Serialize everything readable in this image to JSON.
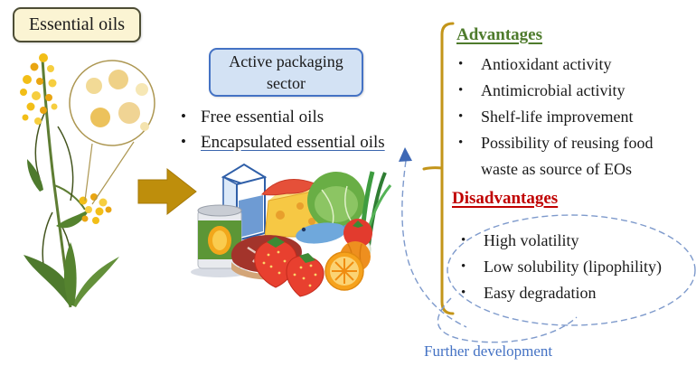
{
  "essential_oils_box": {
    "label": "Essential oils"
  },
  "active_packaging_box": {
    "line1": "Active packaging",
    "line2": "sector"
  },
  "oil_types": {
    "items": [
      {
        "label": "Free essential oils"
      },
      {
        "label": "Encapsulated essential oils"
      }
    ]
  },
  "advantages": {
    "heading": "Advantages",
    "items": [
      "Antioxidant activity",
      "Antimicrobial activity",
      "Shelf-life improvement",
      "Possibility of reusing food waste as source of EOs"
    ]
  },
  "disadvantages": {
    "heading": "Disadvantages",
    "items": [
      "High volatility",
      "Low solubility (lipophility)",
      "Easy degradation"
    ]
  },
  "further_development_label": "Further development",
  "illustrations": {
    "plant": "yellow-flowering-plant-with-magnified-essential-oil-droplets",
    "food": "assorted-foods-milk-carton-can-cheese-meat-fish-vegetables-fruits",
    "arrow": "gold-right-block-arrow",
    "bracket": "gold-brace-grouping-advantages-disadvantages",
    "dashed_shapes": "blue-dashed-ellipse-and-curved-arrow-to-packaging"
  },
  "colors": {
    "gold": "#BE8E0C",
    "advantages_green": "#4E7B2C",
    "disadvantages_red": "#C00000",
    "link_blue": "#4472C4",
    "dashed_blue": "#7E9ACC",
    "cream_box_bg": "#FBF4D3",
    "blue_box_bg": "#D3E2F4"
  }
}
